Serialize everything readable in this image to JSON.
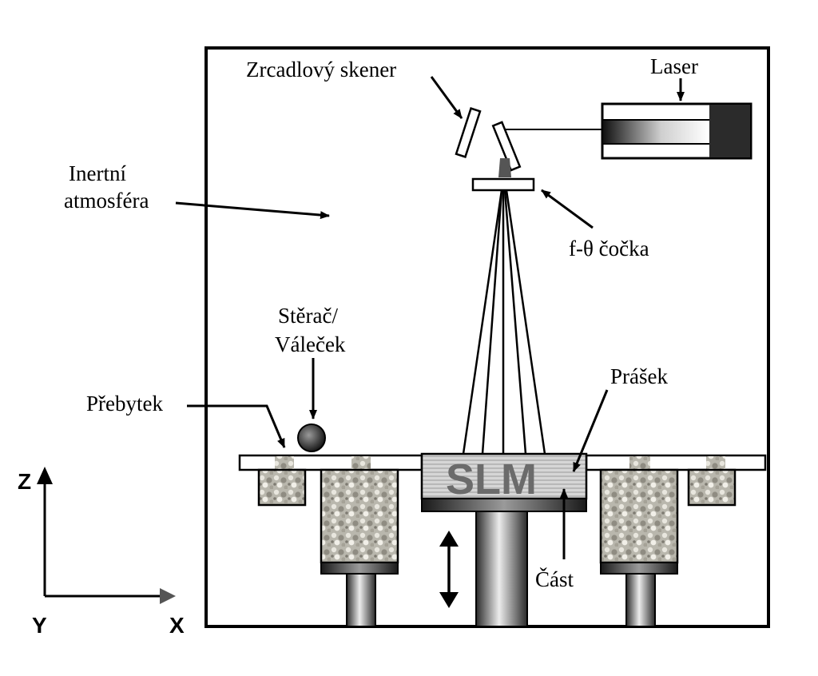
{
  "labels": {
    "scanner": "Zrcadlový skener",
    "laser": "Laser",
    "atmosphere_line1": "Inertní",
    "atmosphere_line2": "atmosféra",
    "lens": "f-θ čočka",
    "recoater_line1": "Stěrač/",
    "recoater_line2": "Váleček",
    "excess": "Přebytek",
    "powder": "Prášek",
    "part": "Část",
    "slm": "SLM"
  },
  "axes": {
    "z": "Z",
    "y": "Y",
    "x": "X"
  }
}
